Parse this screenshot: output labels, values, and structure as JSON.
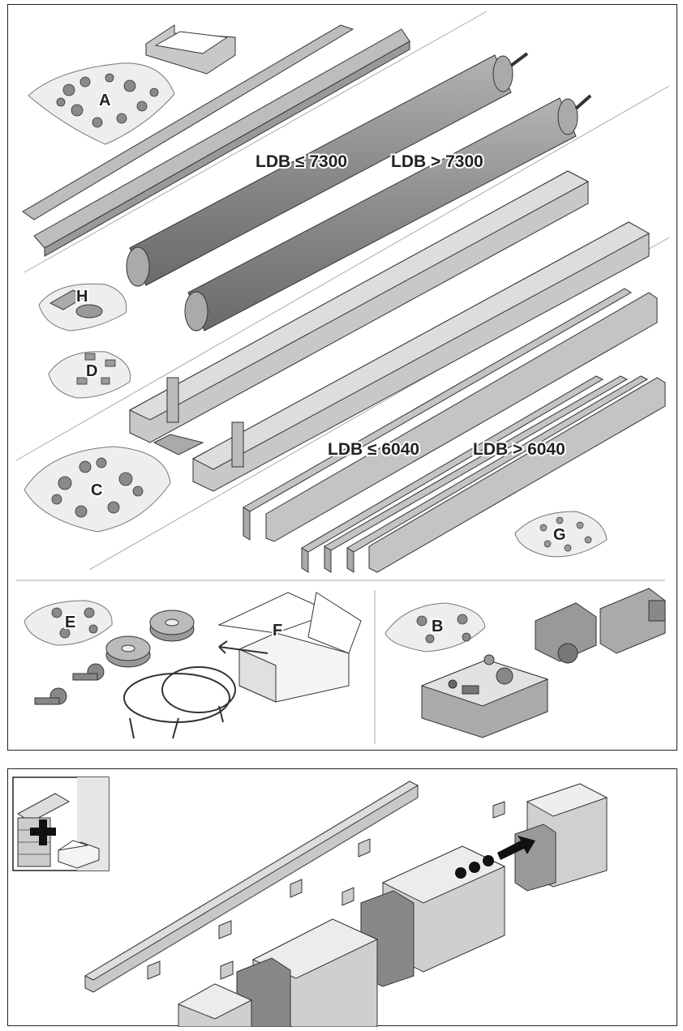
{
  "figure_top": {
    "labels": {
      "A": "A",
      "B": "B",
      "C": "C",
      "D": "D",
      "E": "E",
      "F": "F",
      "G": "G",
      "H": "H"
    },
    "conditions": {
      "roller_small": "LDB ≤ 7300",
      "roller_large": "LDB > 7300",
      "rail_small": "LDB ≤ 6040",
      "rail_large": "LDB > 6040"
    }
  },
  "figure_bottom": {
    "inset_icon": "door-plus-box-icon",
    "progress_icon": "dots-arrow-icon"
  },
  "colors": {
    "part_fill": "#c8c8c8",
    "part_dark": "#8e8e8e",
    "roller": "#9a9a9a",
    "outline": "#222222",
    "bag": "#ececec"
  }
}
